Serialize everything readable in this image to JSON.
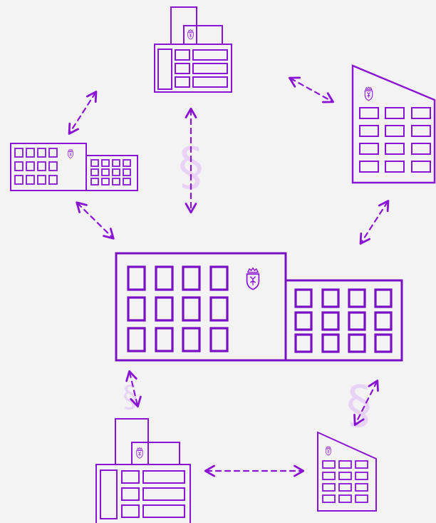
{
  "colors": {
    "background": "#f3f3f3",
    "stroke": "#8a14d4",
    "stroke_dark": "#7a10c4",
    "section_sign": "#e8d3f7",
    "crest_fill": "#f7eefc"
  },
  "icons": {
    "crest": "coat-of-arms-icon",
    "section": "section-sign-icon",
    "connector": "double-headed-arrow"
  },
  "nodes": [
    "central-government-building",
    "top-office-building",
    "left-office-building",
    "right-office-building",
    "bottom-left-office-building",
    "bottom-right-office-building"
  ],
  "section_symbols": [
    "§",
    "§",
    "§"
  ]
}
